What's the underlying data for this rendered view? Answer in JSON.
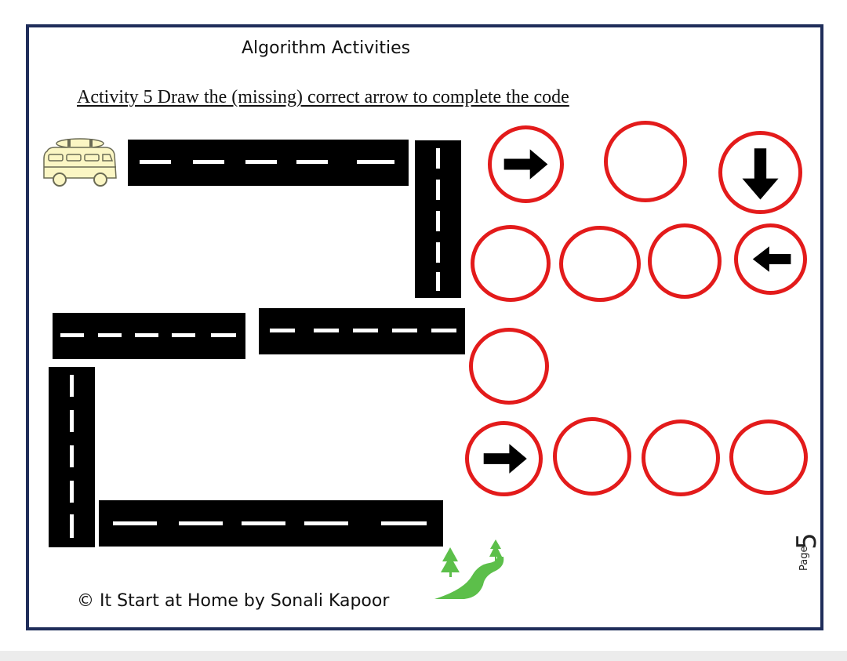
{
  "document": {
    "title": "Algorithm Activities",
    "activity_heading": "Activity 5 Draw the (missing) correct arrow to complete the code",
    "copyright": "© It Start at Home by Sonali Kapoor",
    "page_label": "Page",
    "page_number": "5"
  },
  "colors": {
    "frame": "#1f2d5a",
    "circle": "#e31b1b",
    "road": "#000000",
    "van_body": "#fbf6c4",
    "tree": "#5cbf4a"
  },
  "answer_slots": [
    {
      "row": 1,
      "arrow": "right"
    },
    {
      "row": 1,
      "arrow": "empty"
    },
    {
      "row": 1,
      "arrow": "down"
    },
    {
      "row": 2,
      "arrow": "empty"
    },
    {
      "row": 2,
      "arrow": "empty"
    },
    {
      "row": 2,
      "arrow": "empty"
    },
    {
      "row": 2,
      "arrow": "left"
    },
    {
      "row": 3,
      "arrow": "empty"
    },
    {
      "row": 4,
      "arrow": "right"
    },
    {
      "row": 4,
      "arrow": "empty"
    },
    {
      "row": 4,
      "arrow": "empty"
    },
    {
      "row": 4,
      "arrow": "empty"
    }
  ],
  "icons": {
    "start": "camper-van-icon",
    "finish": "road-trees-icon",
    "arrows": [
      "arrow-right-icon",
      "arrow-down-icon",
      "arrow-left-icon"
    ]
  }
}
